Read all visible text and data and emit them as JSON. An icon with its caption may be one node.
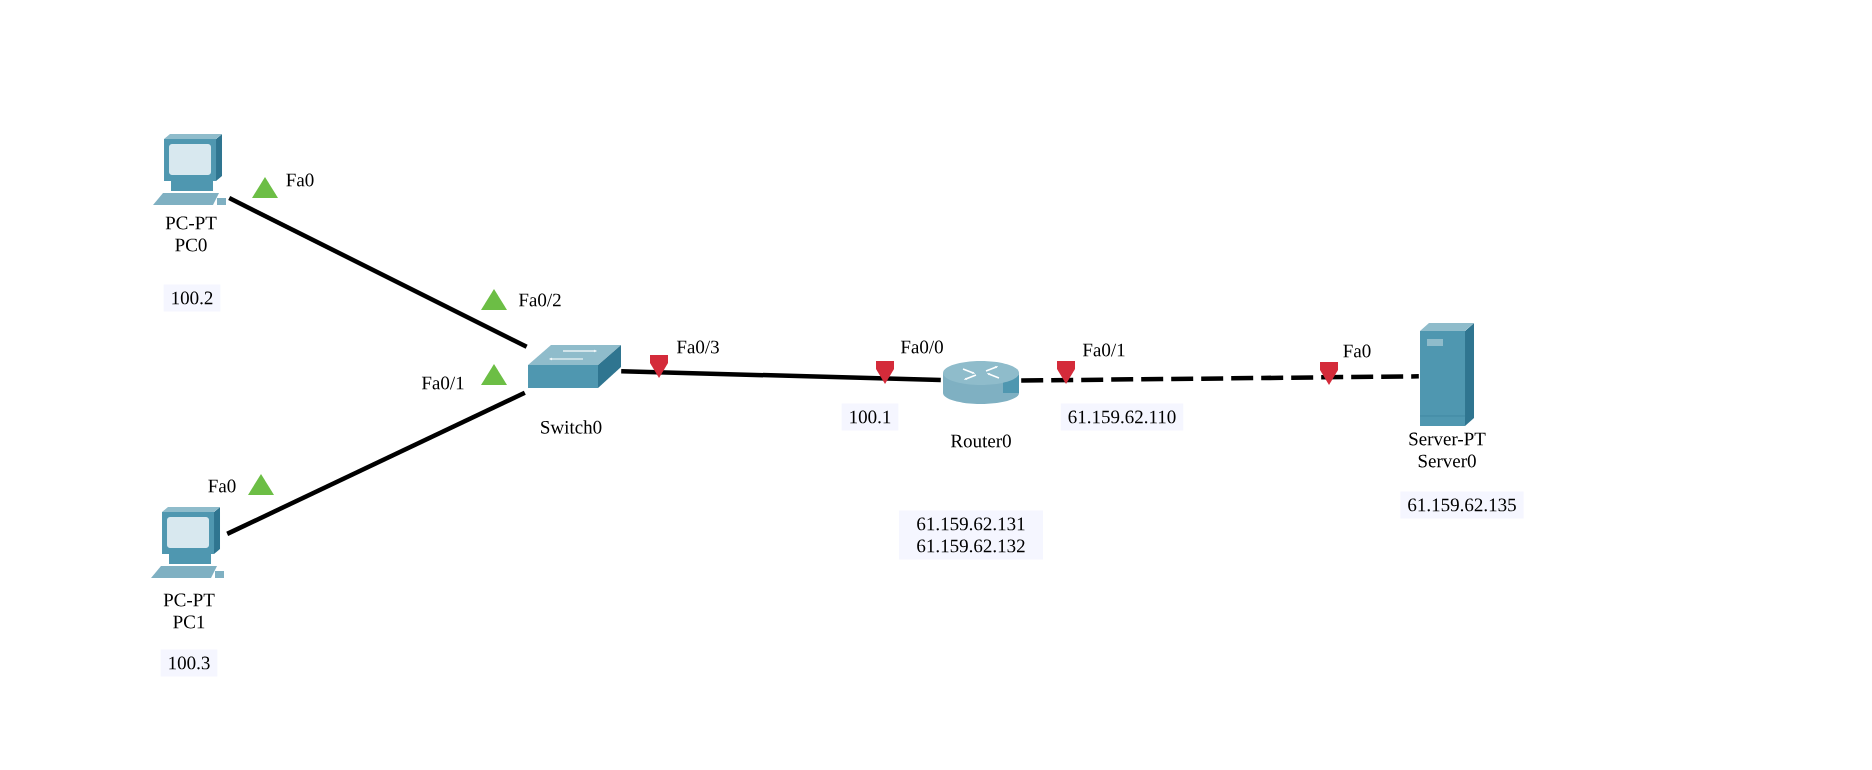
{
  "diagram": {
    "nodes": [
      {
        "text": [
          "PC-PT",
          "PC0"
        ]
      },
      {
        "text": [
          "100.2"
        ]
      },
      {
        "text": [
          "PC-PT",
          "PC1"
        ]
      },
      {
        "text": [
          "100.3"
        ]
      },
      {
        "text": [
          "Switch0"
        ]
      },
      {
        "text": [
          "100.1"
        ]
      },
      {
        "text": [
          "Router0"
        ]
      },
      {
        "text": [
          "61.159.62.110"
        ]
      },
      {
        "text": [
          "61.159.62.131 61.159.62.132"
        ]
      },
      {
        "text": [
          "Server-PT",
          "Server0"
        ]
      },
      {
        "text": [
          "61.159.62.135"
        ]
      }
    ],
    "edges": [
      {
        "from": 0,
        "to": 4,
        "arrow": "none"
      },
      {
        "from": 2,
        "to": 4,
        "arrow": "none"
      },
      {
        "from": 4,
        "to": 6,
        "arrow": "none"
      },
      {
        "from": 6,
        "to": 9,
        "arrow": "none",
        "style": "dashed"
      }
    ],
    "labels": [
      "Fa0",
      "Fa0/2",
      "Fa0/3",
      "Fa0/0",
      "Fa0/1",
      "Fa0",
      "Fa0/1",
      "Fa0"
    ]
  }
}
